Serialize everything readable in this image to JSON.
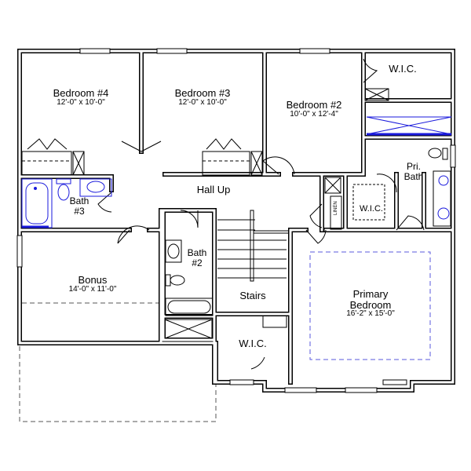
{
  "rooms": {
    "bedroom4": {
      "name": "Bedroom #4",
      "size": "12'-0\" x 10'-0\""
    },
    "bedroom3": {
      "name": "Bedroom #3",
      "size": "12'-0\" x 10'-0\""
    },
    "bedroom2": {
      "name": "Bedroom #2",
      "size": "10'-0\" x 12'-4\""
    },
    "wic_top": {
      "name": "W.I.C."
    },
    "pri_bath": {
      "name_line1": "Pri.",
      "name_line2": "Bath"
    },
    "hall": {
      "name": "Hall Up"
    },
    "bath3": {
      "name_line1": "Bath",
      "name_line2": "#3"
    },
    "linen": {
      "name": "LINEN"
    },
    "wic_mid": {
      "name": "W.I.C."
    },
    "bath2": {
      "name_line1": "Bath",
      "name_line2": "#2"
    },
    "bonus": {
      "name": "Bonus",
      "size": "14'-0\" x 11'-0\""
    },
    "stairs": {
      "name": "Stairs"
    },
    "primary": {
      "name_line1": "Primary",
      "name_line2": "Bedroom",
      "size": "16'-2\" x 15'-0\""
    },
    "wic_bottom": {
      "name": "W.I.C."
    }
  },
  "colors": {
    "walls": "#000000",
    "fixtures": "#1a1adc",
    "ceiling_outline": "#5a5adc"
  }
}
